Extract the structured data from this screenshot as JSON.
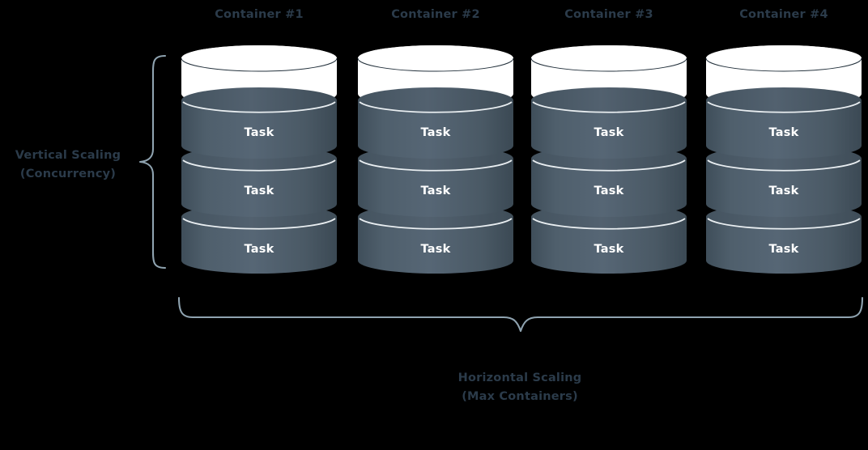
{
  "diagram": {
    "background_color": "#000000",
    "label_color": "#2b3b4a",
    "task_text_color": "#ffffff",
    "cylinder_fill_color": "#4d5d6a",
    "cylinder_empty_color": "#ffffff",
    "brace_color": "#8fa3b0",
    "task_label": "Task"
  },
  "columns": [
    {
      "title": "Container #1",
      "tasks": [
        "Task",
        "Task",
        "Task"
      ]
    },
    {
      "title": "Container #2",
      "tasks": [
        "Task",
        "Task",
        "Task"
      ]
    },
    {
      "title": "Container #3",
      "tasks": [
        "Task",
        "Task",
        "Task"
      ]
    },
    {
      "title": "Container #4",
      "tasks": [
        "Task",
        "Task",
        "Task"
      ]
    }
  ],
  "annotations": {
    "vertical": {
      "line1": "Vertical Scaling",
      "line2": "(Concurrency)"
    },
    "horizontal": {
      "line1": "Horizontal Scaling",
      "line2": "(Max Containers)"
    }
  }
}
